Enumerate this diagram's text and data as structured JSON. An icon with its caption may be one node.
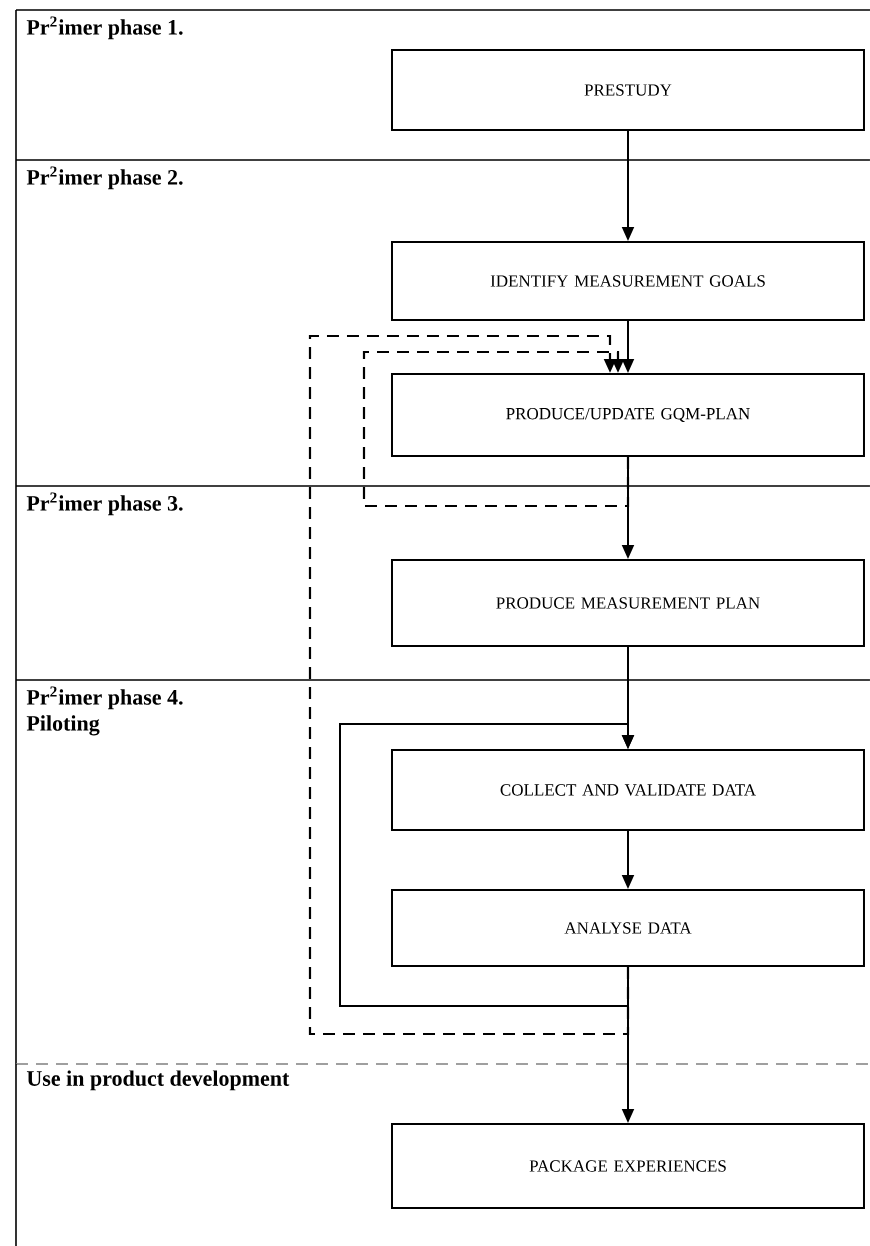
{
  "diagram": {
    "nodes": [
      {
        "text": [
          "Pr$^{2}$imer phase 1."
        ]
      },
      {
        "text": [
          "PRESTUDY"
        ],
        "in": 0
      },
      {
        "text": [
          "Pr$^{2}$imer phase 2."
        ]
      },
      {
        "text": [
          "IDENTIFY MEASUREMENT GOALS"
        ],
        "in": 2
      },
      {
        "text": [
          "PRODUCE/UPDATE GQM-PLAN"
        ],
        "in": 2
      },
      {
        "text": [
          "Pr$^{2}$imer phase 3."
        ]
      },
      {
        "text": [
          "PRODUCE MEASUREMENT PLAN"
        ],
        "in": 5
      },
      {
        "text": [
          "Pr$^{2}$imer phase 4. Piloting"
        ]
      },
      {
        "text": [
          "COLLECT AND VALIDATE DATA"
        ],
        "in": 7
      },
      {
        "text": [
          "ANALYSE DATA"
        ],
        "in": 7
      },
      {
        "text": [
          "Use in product development"
        ]
      },
      {
        "text": [
          "PACKAGE EXPERIENCES"
        ],
        "in": 10
      }
    ],
    "edges": [
      {
        "from": 1,
        "to": 3,
        "arrow": "to"
      },
      {
        "from": 3,
        "to": 4,
        "arrow": "to"
      },
      {
        "from": 4,
        "to": 6,
        "arrow": "to"
      },
      {
        "from": 6,
        "to": 8,
        "arrow": "to"
      },
      {
        "from": 8,
        "to": 9,
        "arrow": "to"
      },
      {
        "from": 9,
        "to": 11,
        "arrow": "to"
      },
      {
        "from": 9,
        "to": 8,
        "arrow": "to"
      },
      {
        "from": 4,
        "to": 4,
        "arrow": "to",
        "style": "dashed"
      },
      {
        "from": 9,
        "to": 4,
        "arrow": "to",
        "style": "dashed"
      }
    ]
  }
}
